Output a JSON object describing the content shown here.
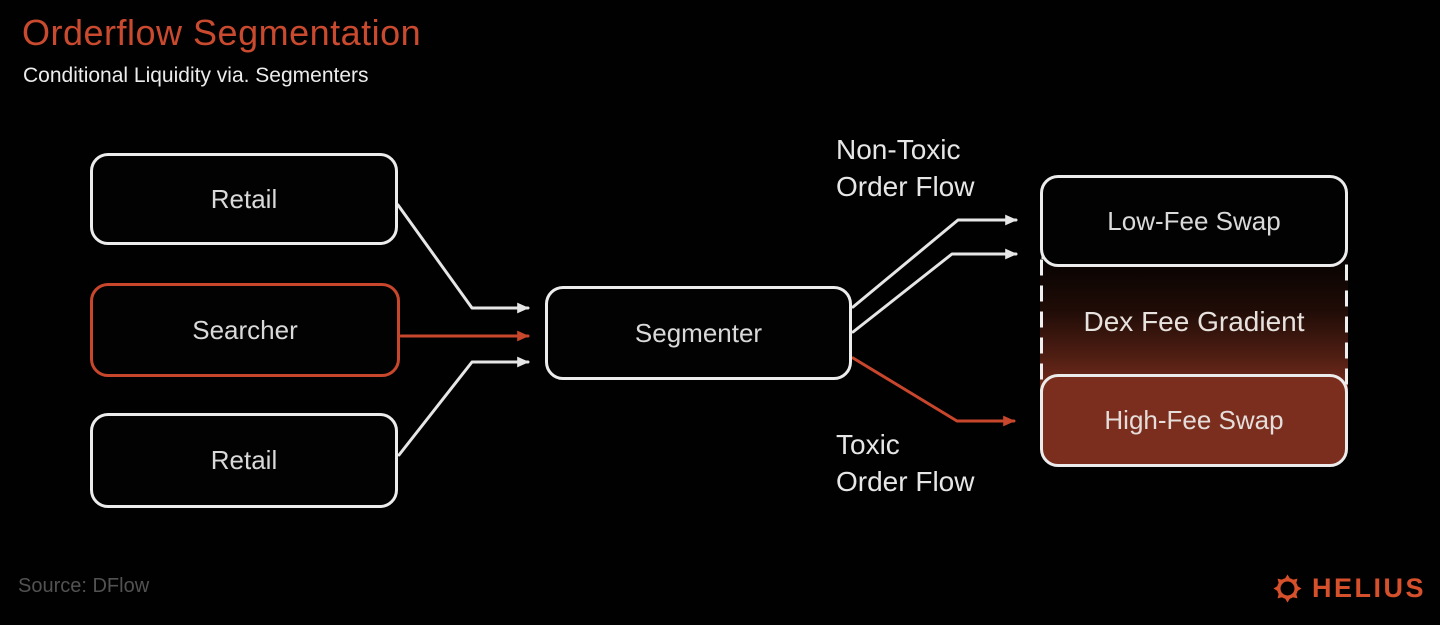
{
  "header": {
    "title": "Orderflow Segmentation",
    "subtitle": "Conditional Liquidity via. Segmenters"
  },
  "nodes": {
    "retail_top": {
      "label": "Retail"
    },
    "searcher": {
      "label": "Searcher"
    },
    "retail_bottom": {
      "label": "Retail"
    },
    "segmenter": {
      "label": "Segmenter"
    },
    "low_fee": {
      "label": "Low-Fee Swap"
    },
    "dex_fee_gradient": {
      "label": "Dex Fee Gradient"
    },
    "high_fee": {
      "label": "High-Fee Swap"
    }
  },
  "flow_labels": {
    "non_toxic": "Non-Toxic\nOrder Flow",
    "toxic": "Toxic\nOrder Flow"
  },
  "footer": {
    "source": "Source: DFlow"
  },
  "logo": {
    "text": "HELIUS"
  },
  "colors": {
    "accent": "#c8472c",
    "brick": "#7b2d1e",
    "line_white": "#e6e6e6",
    "title": "#c94a2e",
    "logo": "#d6502c"
  }
}
